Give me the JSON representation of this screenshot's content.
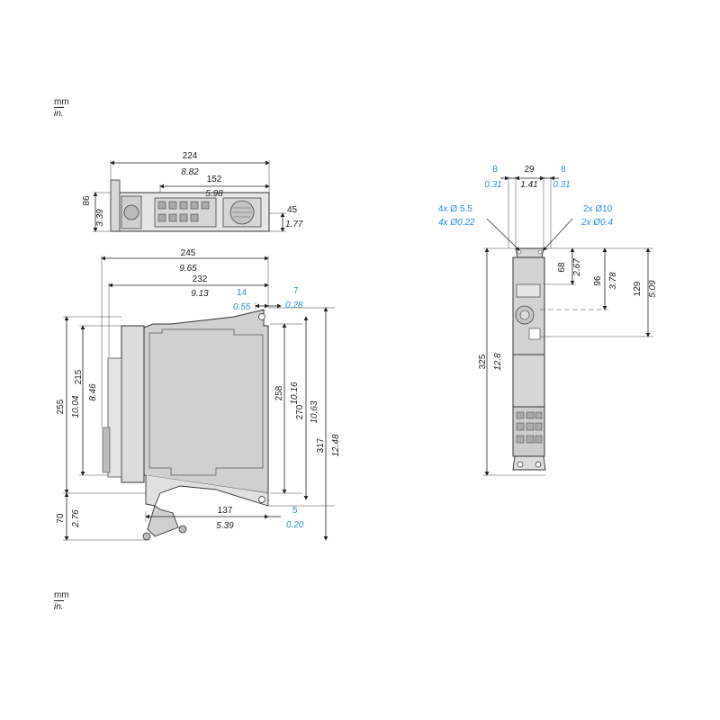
{
  "units": {
    "primary": "mm",
    "secondary": "in."
  },
  "colors": {
    "outline": "#333333",
    "body_fill": "#cfcfcf",
    "dim_text": "#222222",
    "accent_dim": "#2a8fd4"
  },
  "top_view": {
    "width": {
      "mm": "224",
      "in": "8.82"
    },
    "inner_width": {
      "mm": "152",
      "in": "5.98"
    },
    "height": {
      "mm": "86",
      "in": "3.39"
    },
    "depth": {
      "mm": "45",
      "in": "1.77"
    }
  },
  "side_view": {
    "overall_width": {
      "mm": "245",
      "in": "9.65"
    },
    "body_width": {
      "mm": "232",
      "in": "9.13"
    },
    "offset_a": {
      "mm": "14",
      "in": "0.55"
    },
    "offset_b": {
      "mm": "7",
      "in": "0.28"
    },
    "overall_height": {
      "mm": "255",
      "in": "10.04"
    },
    "inner_height": {
      "mm": "215",
      "in": "8.46"
    },
    "mount_height": {
      "mm": "258",
      "in": "10.16"
    },
    "height_270": {
      "mm": "270",
      "in": "10.63"
    },
    "height_317": {
      "mm": "317",
      "in": "12.48"
    },
    "bottom_extension": {
      "mm": "70",
      "in": "2.76"
    },
    "bottom_depth": {
      "mm": "137",
      "in": "5.39"
    },
    "bottom_offset": {
      "mm": "5",
      "in": "0.20"
    }
  },
  "front_view": {
    "left_margin": {
      "mm": "8",
      "in": "0.31"
    },
    "hole_spacing": {
      "mm": "29",
      "in": "1.41"
    },
    "right_margin": {
      "mm": "8",
      "in": "0.31"
    },
    "mount_holes": {
      "mm": "4x Ø 5.5",
      "in": "4x Ø0.22"
    },
    "cable_holes": {
      "mm": "2x Ø10",
      "in": "2x Ø0.4"
    },
    "height_68": {
      "mm": "68",
      "in": "2.67"
    },
    "height_96": {
      "mm": "96",
      "in": "3.78"
    },
    "height_129": {
      "mm": "129",
      "in": "5.09"
    },
    "overall_height": {
      "mm": "325",
      "in": "12.8"
    }
  }
}
